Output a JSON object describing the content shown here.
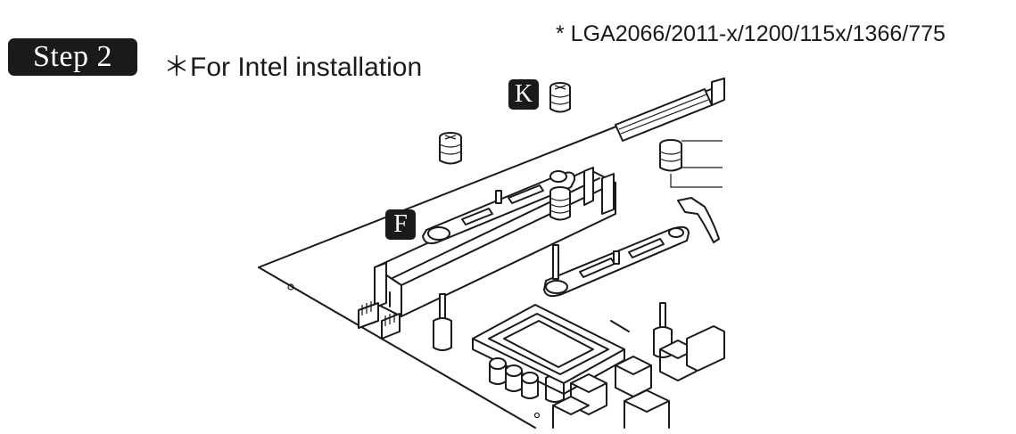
{
  "step": {
    "label": "Step 2"
  },
  "subtitle": "＊For Intel installation",
  "socket_note": "* LGA2066/2011-x/1200/115x/1366/775",
  "parts": {
    "k": "K",
    "f": "F"
  }
}
